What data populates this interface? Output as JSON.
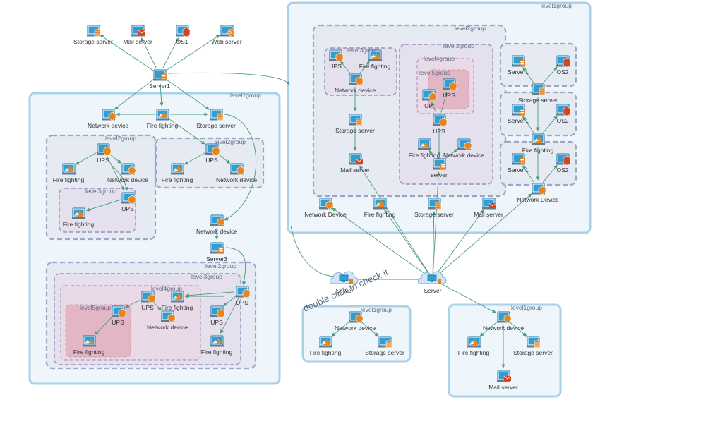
{
  "colors": {
    "level1_fill": "#eef5fb",
    "level1_stroke": "#a8d1ea",
    "level2_fill": "#e6ebf3",
    "level2_stroke": "#9ea6c6",
    "level3_fill": "#e4e0ee",
    "level3_stroke": "#a59cc2",
    "level4_fill": "#ead9e6",
    "level4_stroke": "#b497b8",
    "level5_fill": "#e3b6c5",
    "level5_stroke": "#c99aae",
    "edge": "#4a9a7e"
  },
  "group_labels": {
    "level1": "level1group",
    "level2": "level2group",
    "level3": "level3group",
    "level4": "level4group",
    "level5": "level5group"
  },
  "watermark": "double click to check it",
  "nodes": {
    "storage_top": {
      "label": "Storage server",
      "icon": "storage-server-icon"
    },
    "mail_top": {
      "label": "Mail server",
      "icon": "mail-server-icon"
    },
    "os1": {
      "label": "OS1",
      "icon": "os-icon"
    },
    "web_top": {
      "label": "Web server",
      "icon": "web-server-icon"
    },
    "server1": {
      "label": "Server1",
      "icon": "server-icon"
    },
    "l_netdev": {
      "label": "Network device",
      "icon": "network-device-icon"
    },
    "l_fire": {
      "label": "Fire fighting",
      "icon": "fire-fighting-icon"
    },
    "l_storage": {
      "label": "Storage server",
      "icon": "storage-server-icon"
    },
    "a_ups": {
      "label": "UPS",
      "icon": "ups-icon"
    },
    "a_fire": {
      "label": "Fire fighting",
      "icon": "fire-fighting-icon"
    },
    "a_netdev": {
      "label": "Network device",
      "icon": "network-device-icon"
    },
    "a3_ups": {
      "label": "UPS",
      "icon": "ups-icon"
    },
    "a3_fire": {
      "label": "Fire fighting",
      "icon": "fire-fighting-icon"
    },
    "b_ups": {
      "label": "UPS",
      "icon": "ups-icon"
    },
    "b_fire": {
      "label": "Fire fighting",
      "icon": "fire-fighting-icon"
    },
    "b_netdev": {
      "label": "Network device",
      "icon": "network-device-icon"
    },
    "l_netdev2": {
      "label": "Network device",
      "icon": "network-device-icon"
    },
    "server3": {
      "label": "Server3",
      "icon": "server-icon"
    },
    "c_ups_right": {
      "label": "UPS",
      "icon": "ups-icon"
    },
    "c_ups_mid": {
      "label": "UPS",
      "icon": "ups-icon"
    },
    "c_fire_mid": {
      "label": "Fire fighting",
      "icon": "fire-fighting-icon"
    },
    "c4_ups": {
      "label": "UPS",
      "icon": "ups-icon"
    },
    "c4_fire": {
      "label": "Fire fighting",
      "icon": "fire-fighting-icon"
    },
    "c4_netdev": {
      "label": "Network device",
      "icon": "network-device-icon"
    },
    "c5_ups": {
      "label": "UPS",
      "icon": "ups-icon"
    },
    "c5_fire": {
      "label": "Fire fighting",
      "icon": "fire-fighting-icon"
    },
    "r_ups": {
      "label": "UPS",
      "icon": "ups-icon"
    },
    "r_fire": {
      "label": "Fire fighting",
      "icon": "fire-fighting-icon"
    },
    "r_netdev": {
      "label": "Network device",
      "icon": "network-device-icon"
    },
    "r_storage": {
      "label": "Storage server",
      "icon": "storage-server-icon"
    },
    "r_mail": {
      "label": "Mail server",
      "icon": "mail-server-icon"
    },
    "r4_fire": {
      "label": "Fire fighting",
      "icon": "fire-fighting-icon"
    },
    "r4_netdev": {
      "label": "Network device",
      "icon": "network-device-icon"
    },
    "r4_server": {
      "label": "server",
      "icon": "server-icon"
    },
    "r4_ups": {
      "label": "UPS",
      "icon": "ups-icon"
    },
    "r4_ups_hidden": {
      "label": "UP",
      "icon": "ups-icon"
    },
    "r5_ups": {
      "label": "UPS",
      "icon": "ups-icon"
    },
    "s1_server": {
      "label": "Server1",
      "icon": "server-icon"
    },
    "s1_os2": {
      "label": "OS2",
      "icon": "os-icon"
    },
    "s1_storage": {
      "label": "Storage server",
      "icon": "storage-server-icon"
    },
    "s2_server": {
      "label": "Server1",
      "icon": "server-icon"
    },
    "s2_os2": {
      "label": "OS2",
      "icon": "os-icon"
    },
    "s2_fire": {
      "label": "Fire fighting",
      "icon": "fire-fighting-icon"
    },
    "s3_server": {
      "label": "Server1",
      "icon": "server-icon"
    },
    "s3_os2": {
      "label": "OS2",
      "icon": "os-icon"
    },
    "s3_netdev": {
      "label": "Network Device",
      "icon": "network-device-icon"
    },
    "rb_netdev": {
      "label": "Network Device",
      "icon": "network-device-icon"
    },
    "rb_fire": {
      "label": "Fire fighting",
      "icon": "fire-fighting-icon"
    },
    "rb_storage": {
      "label": "Storage server",
      "icon": "storage-server-icon"
    },
    "rb_mail": {
      "label": "Mail server",
      "icon": "mail-server-icon"
    },
    "cloud_server": {
      "label": "Server",
      "icon": "cloud-server-icon"
    },
    "cloud_server2": {
      "label": "Server",
      "icon": "cloud-server-icon"
    },
    "bl_netdev": {
      "label": "Network device",
      "icon": "network-device-icon"
    },
    "bl_fire": {
      "label": "Fire fighting",
      "icon": "fire-fighting-icon"
    },
    "bl_storage": {
      "label": "Storage server",
      "icon": "storage-server-icon"
    },
    "br_netdev": {
      "label": "Network device",
      "icon": "network-device-icon"
    },
    "br_fire": {
      "label": "Fire fighting",
      "icon": "fire-fighting-icon"
    },
    "br_storage": {
      "label": "Storage server",
      "icon": "storage-server-icon"
    },
    "br_mail": {
      "label": "Mail server",
      "icon": "mail-server-icon"
    }
  }
}
